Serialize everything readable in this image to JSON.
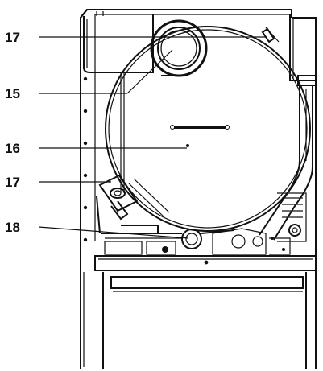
{
  "callouts": [
    {
      "label": "17"
    },
    {
      "label": "15"
    },
    {
      "label": "16"
    },
    {
      "label": "17"
    },
    {
      "label": "18"
    }
  ]
}
